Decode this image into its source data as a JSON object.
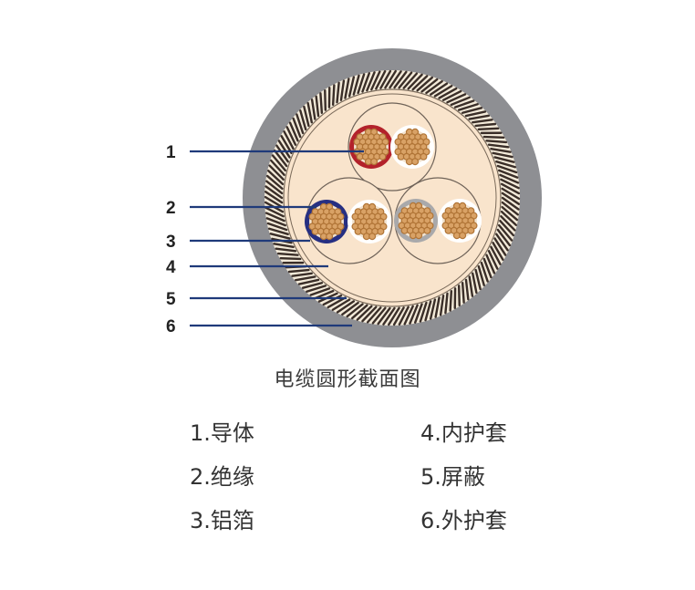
{
  "diagram": {
    "caption": "电缆圆形截面图",
    "callouts": [
      {
        "num": "1",
        "target": "conductor"
      },
      {
        "num": "2",
        "target": "insulation"
      },
      {
        "num": "3",
        "target": "aluminum-foil"
      },
      {
        "num": "4",
        "target": "inner-sheath"
      },
      {
        "num": "5",
        "target": "shield"
      },
      {
        "num": "6",
        "target": "outer-sheath"
      }
    ],
    "legend": [
      {
        "label": "1.导体"
      },
      {
        "label": "2.绝缘"
      },
      {
        "label": "3.铝箔"
      },
      {
        "label": "4.内护套"
      },
      {
        "label": "5.屏蔽"
      },
      {
        "label": "6.外护套"
      }
    ],
    "colors": {
      "outer_sheath": "#8e8f93",
      "shield_light": "#f3ead9",
      "shield_dark": "#3a2e28",
      "inner_fill": "#f9e4cc",
      "copper": "#b07436",
      "copper_light": "#d9a266",
      "insulation_red": "#b3222b",
      "insulation_blue": "#262f82",
      "insulation_gray": "#a9a9ab",
      "insulation_white": "#ffffff",
      "leader_line": "#1f3a7a"
    }
  }
}
